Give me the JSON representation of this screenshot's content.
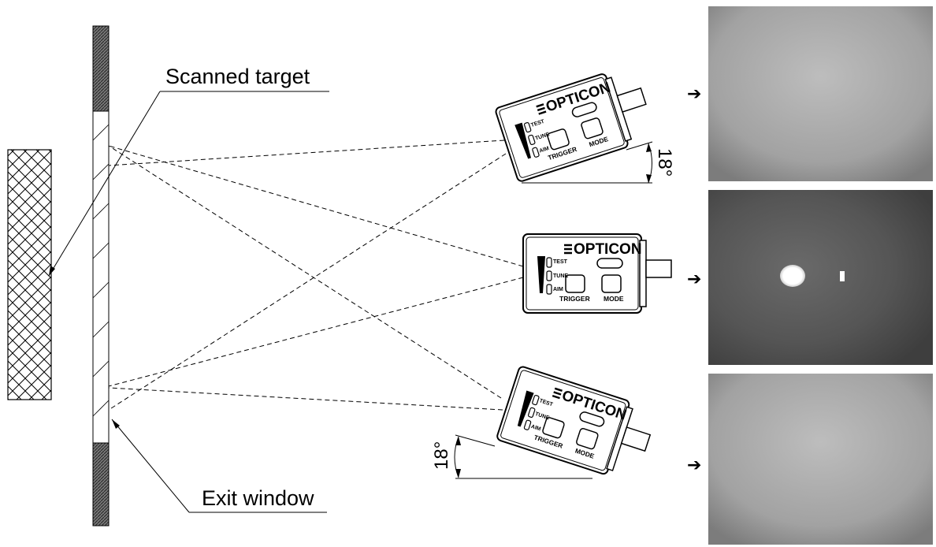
{
  "labels": {
    "scanned_target": "Scanned target",
    "exit_window": "Exit window"
  },
  "scanner": {
    "brand": "OPTICON",
    "indicators": [
      "TEST",
      "TUNE",
      "AIM"
    ],
    "buttons": [
      "TRIGGER",
      "MODE"
    ]
  },
  "angles": {
    "top": "18°",
    "bottom": "18°"
  },
  "arrow_glyph": "➔",
  "results": [
    {
      "name": "top-tilted",
      "has_reflection": false
    },
    {
      "name": "straight",
      "has_reflection": true
    },
    {
      "name": "bottom-tilted",
      "has_reflection": false
    }
  ]
}
